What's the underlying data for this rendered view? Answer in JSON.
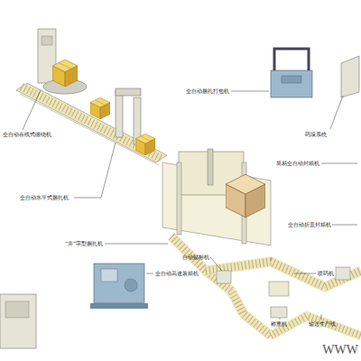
{
  "diagram": {
    "labels": [
      "全自动捆扎打包机",
      "码垛系统",
      "全自动在线式缠绕机",
      "简易全自动封箱机",
      "全自动水平式捆扎机",
      "全自动折盖封箱机",
      "“井”字型捆扎机",
      "自动贴标机",
      "全自动高速装箱机",
      "喷码机",
      "称重机",
      "输送生产线",
      "WWW"
    ]
  }
}
